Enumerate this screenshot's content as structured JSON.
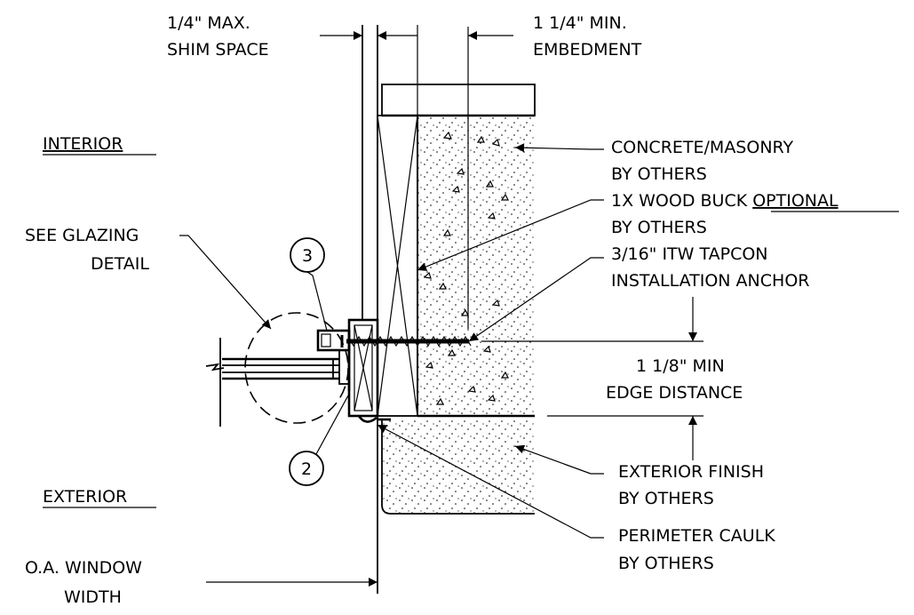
{
  "labels": {
    "shim_1": "1/4\" MAX.",
    "shim_2": "SHIM SPACE",
    "embed_1": "1 1/4\" MIN.",
    "embed_2": "EMBEDMENT",
    "interior": "INTERIOR",
    "exterior": "EXTERIOR",
    "glazing_1": "SEE GLAZING",
    "glazing_2": "DETAIL",
    "concrete_1": "CONCRETE/MASONRY",
    "concrete_2": "BY OTHERS",
    "buck_1a": "1X WOOD BUCK ",
    "buck_1b": "OPTIONAL",
    "buck_2": "BY OTHERS",
    "anchor_1": "3/16\" ITW TAPCON",
    "anchor_2": "INSTALLATION ANCHOR",
    "edge_1": "1 1/8\" MIN",
    "edge_2": "EDGE DISTANCE",
    "finish_1": "EXTERIOR FINISH",
    "finish_2": "BY OTHERS",
    "caulk_1": "PERIMETER CAULK",
    "caulk_2": "BY OTHERS",
    "width_1": "O.A. WINDOW",
    "width_2": "WIDTH",
    "callout_3": "3",
    "callout_2": "2"
  }
}
